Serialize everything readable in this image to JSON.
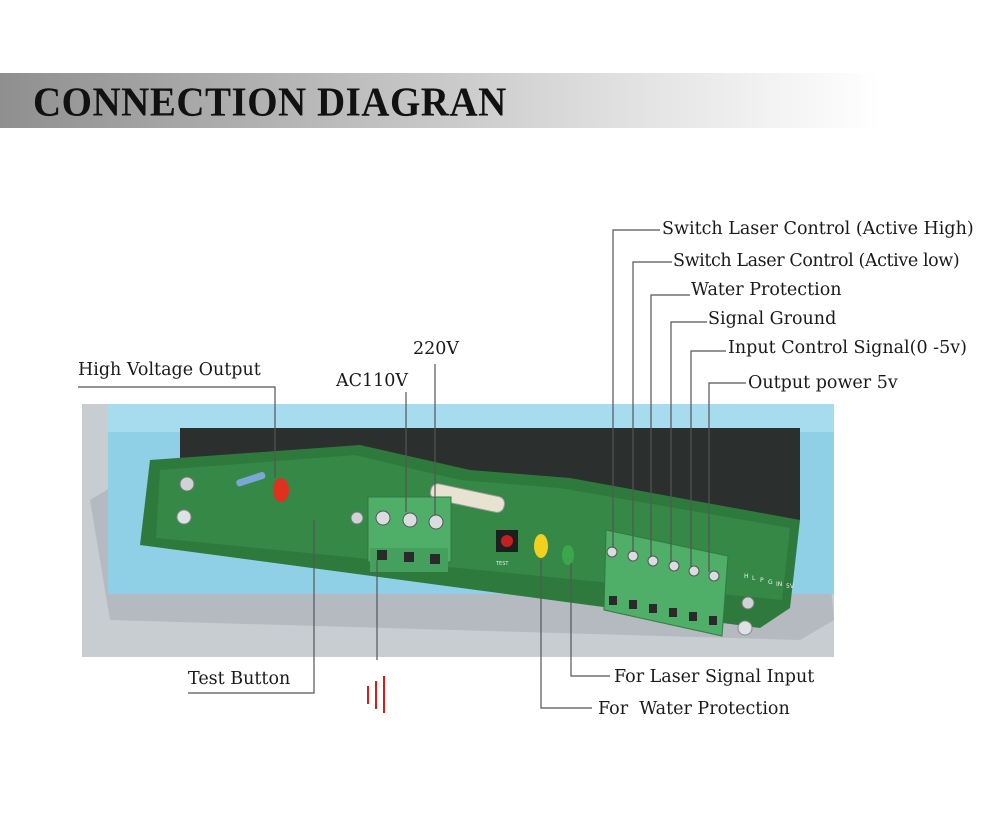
{
  "title": "CONNECTION DIAGRAN",
  "labels": {
    "high_voltage_output": "High Voltage Output",
    "voltage_220": "220V",
    "ac110": "AC110V",
    "switch_active_high": "Switch Laser Control (Active High)",
    "switch_active_low": "Switch Laser Control (Active low)",
    "water_protection": "Water Protection",
    "signal_ground": "Signal Ground",
    "input_control_signal": "Input Control Signal(0 -5v)",
    "output_power_5v": "Output power 5v",
    "test_button": "Test Button",
    "for_laser_signal_input": "For Laser Signal Input",
    "for_water_protection": "For  Water Protection"
  },
  "board_markings": {
    "test_label": "TEST",
    "terminal_codes": [
      "H",
      "L",
      "P",
      "G",
      "IN",
      "5V"
    ]
  },
  "colors": {
    "board_green": "#2e7a3c",
    "terminal_green": "#4fae67",
    "case_blue": "#8fd0e6",
    "chassis": "#b9bfc4",
    "leader_line": "#555555",
    "ground_symbol": "#cc1f1f",
    "led_red": "#e0301e",
    "led_yellow": "#f0d020",
    "led_green": "#3aa84a"
  }
}
